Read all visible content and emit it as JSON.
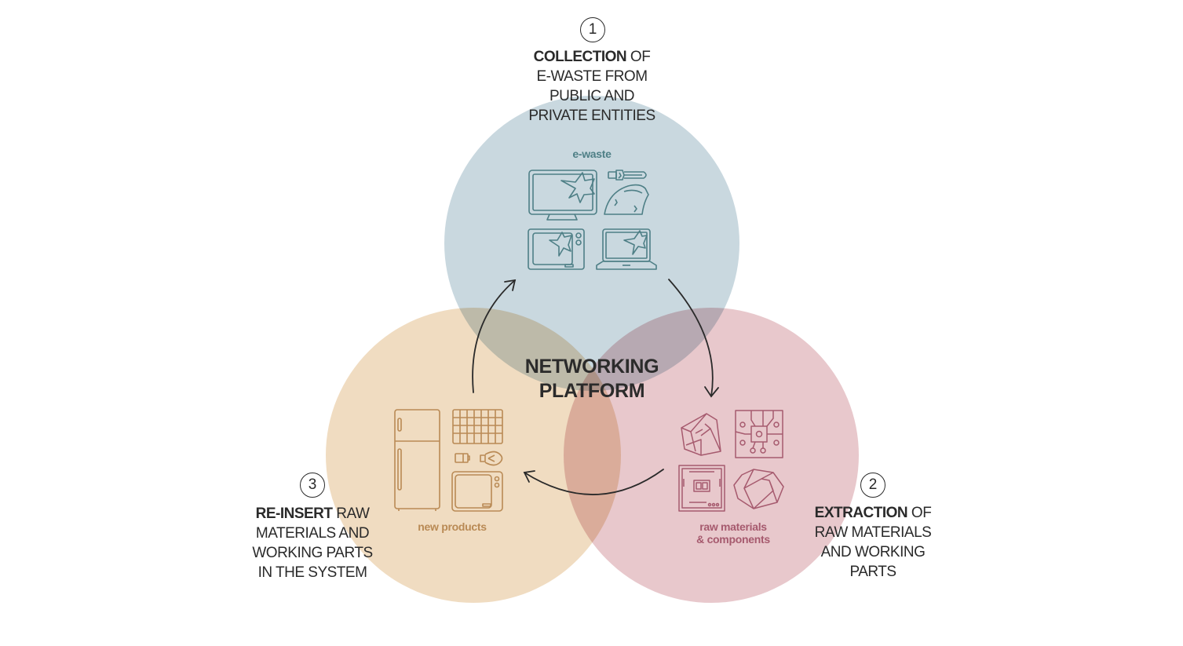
{
  "center": {
    "line1": "NETWORKING",
    "line2": "PLATFORM"
  },
  "steps": [
    {
      "number": "1",
      "bold": "COLLECTION",
      "rest_first": " OF",
      "lines": [
        "E-WASTE FROM",
        "PUBLIC AND",
        "PRIVATE ENTITIES"
      ]
    },
    {
      "number": "2",
      "bold": "EXTRACTION",
      "rest_first": " OF",
      "lines": [
        "RAW MATERIALS",
        "AND WORKING",
        "PARTS"
      ]
    },
    {
      "number": "3",
      "bold": "RE-INSERT",
      "rest_first": " RAW",
      "lines": [
        "MATERIALS AND",
        "WORKING PARTS",
        "IN THE SYSTEM"
      ]
    }
  ],
  "groups": {
    "ewaste": {
      "label": "e-waste",
      "color": "#4e7f86",
      "fill": "#c9d8df",
      "icons": [
        "broken-monitor",
        "broken-cfl-bulb",
        "broken-iron",
        "broken-microwave",
        "broken-laptop"
      ]
    },
    "raw": {
      "label_line1": "raw materials",
      "label_line2": "& components",
      "color": "#a65a6e",
      "fill": "#e6c3c8",
      "icons": [
        "rock-ore",
        "circuit-board",
        "cpu-chip",
        "crystal-ore"
      ]
    },
    "products": {
      "label": "new products",
      "color": "#b98a55",
      "fill": "#efd9bc",
      "icons": [
        "refrigerator",
        "solar-panel",
        "battery",
        "light-bulb",
        "television"
      ]
    }
  },
  "arrows": [
    "collection-to-extraction",
    "extraction-to-reinsert",
    "reinsert-to-collection"
  ]
}
